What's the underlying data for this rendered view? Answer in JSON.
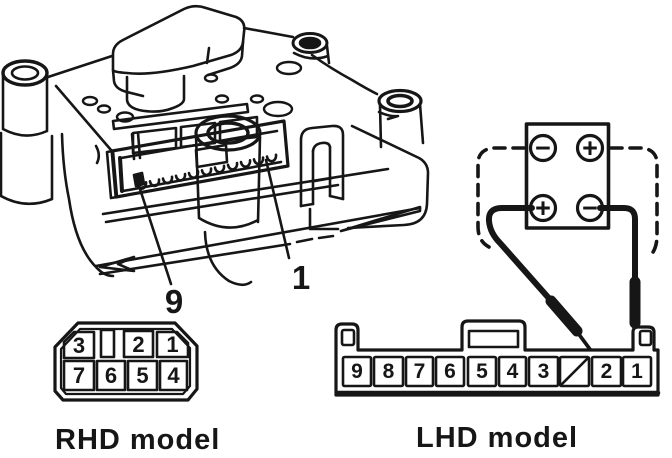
{
  "palette": {
    "background": "#ffffff",
    "ink": "#161616"
  },
  "control_unit": {
    "description": "isometric line drawing of control unit with terminal connector",
    "callouts": {
      "pin_9": "9",
      "pin_1": "1"
    }
  },
  "tester": {
    "terminals": [
      {
        "pos": "top-left",
        "symbol": "−"
      },
      {
        "pos": "top-right",
        "symbol": "+"
      },
      {
        "pos": "bottom-left",
        "symbol": "+"
      },
      {
        "pos": "bottom-right",
        "symbol": "−"
      }
    ],
    "probe_targets": {
      "left_probe": "terminal 2",
      "right_probe": "terminal 1"
    }
  },
  "rhd": {
    "label": "RHD model",
    "top_row": [
      "3",
      "",
      "2",
      "1"
    ],
    "bottom_row": [
      "7",
      "6",
      "5",
      "4"
    ]
  },
  "lhd": {
    "label": "LHD model",
    "pins": [
      "9",
      "8",
      "7",
      "6",
      "5",
      "4",
      "3",
      "2",
      "1"
    ],
    "slash_cell_mark": "diagonal-slash-between-3-and-2"
  }
}
